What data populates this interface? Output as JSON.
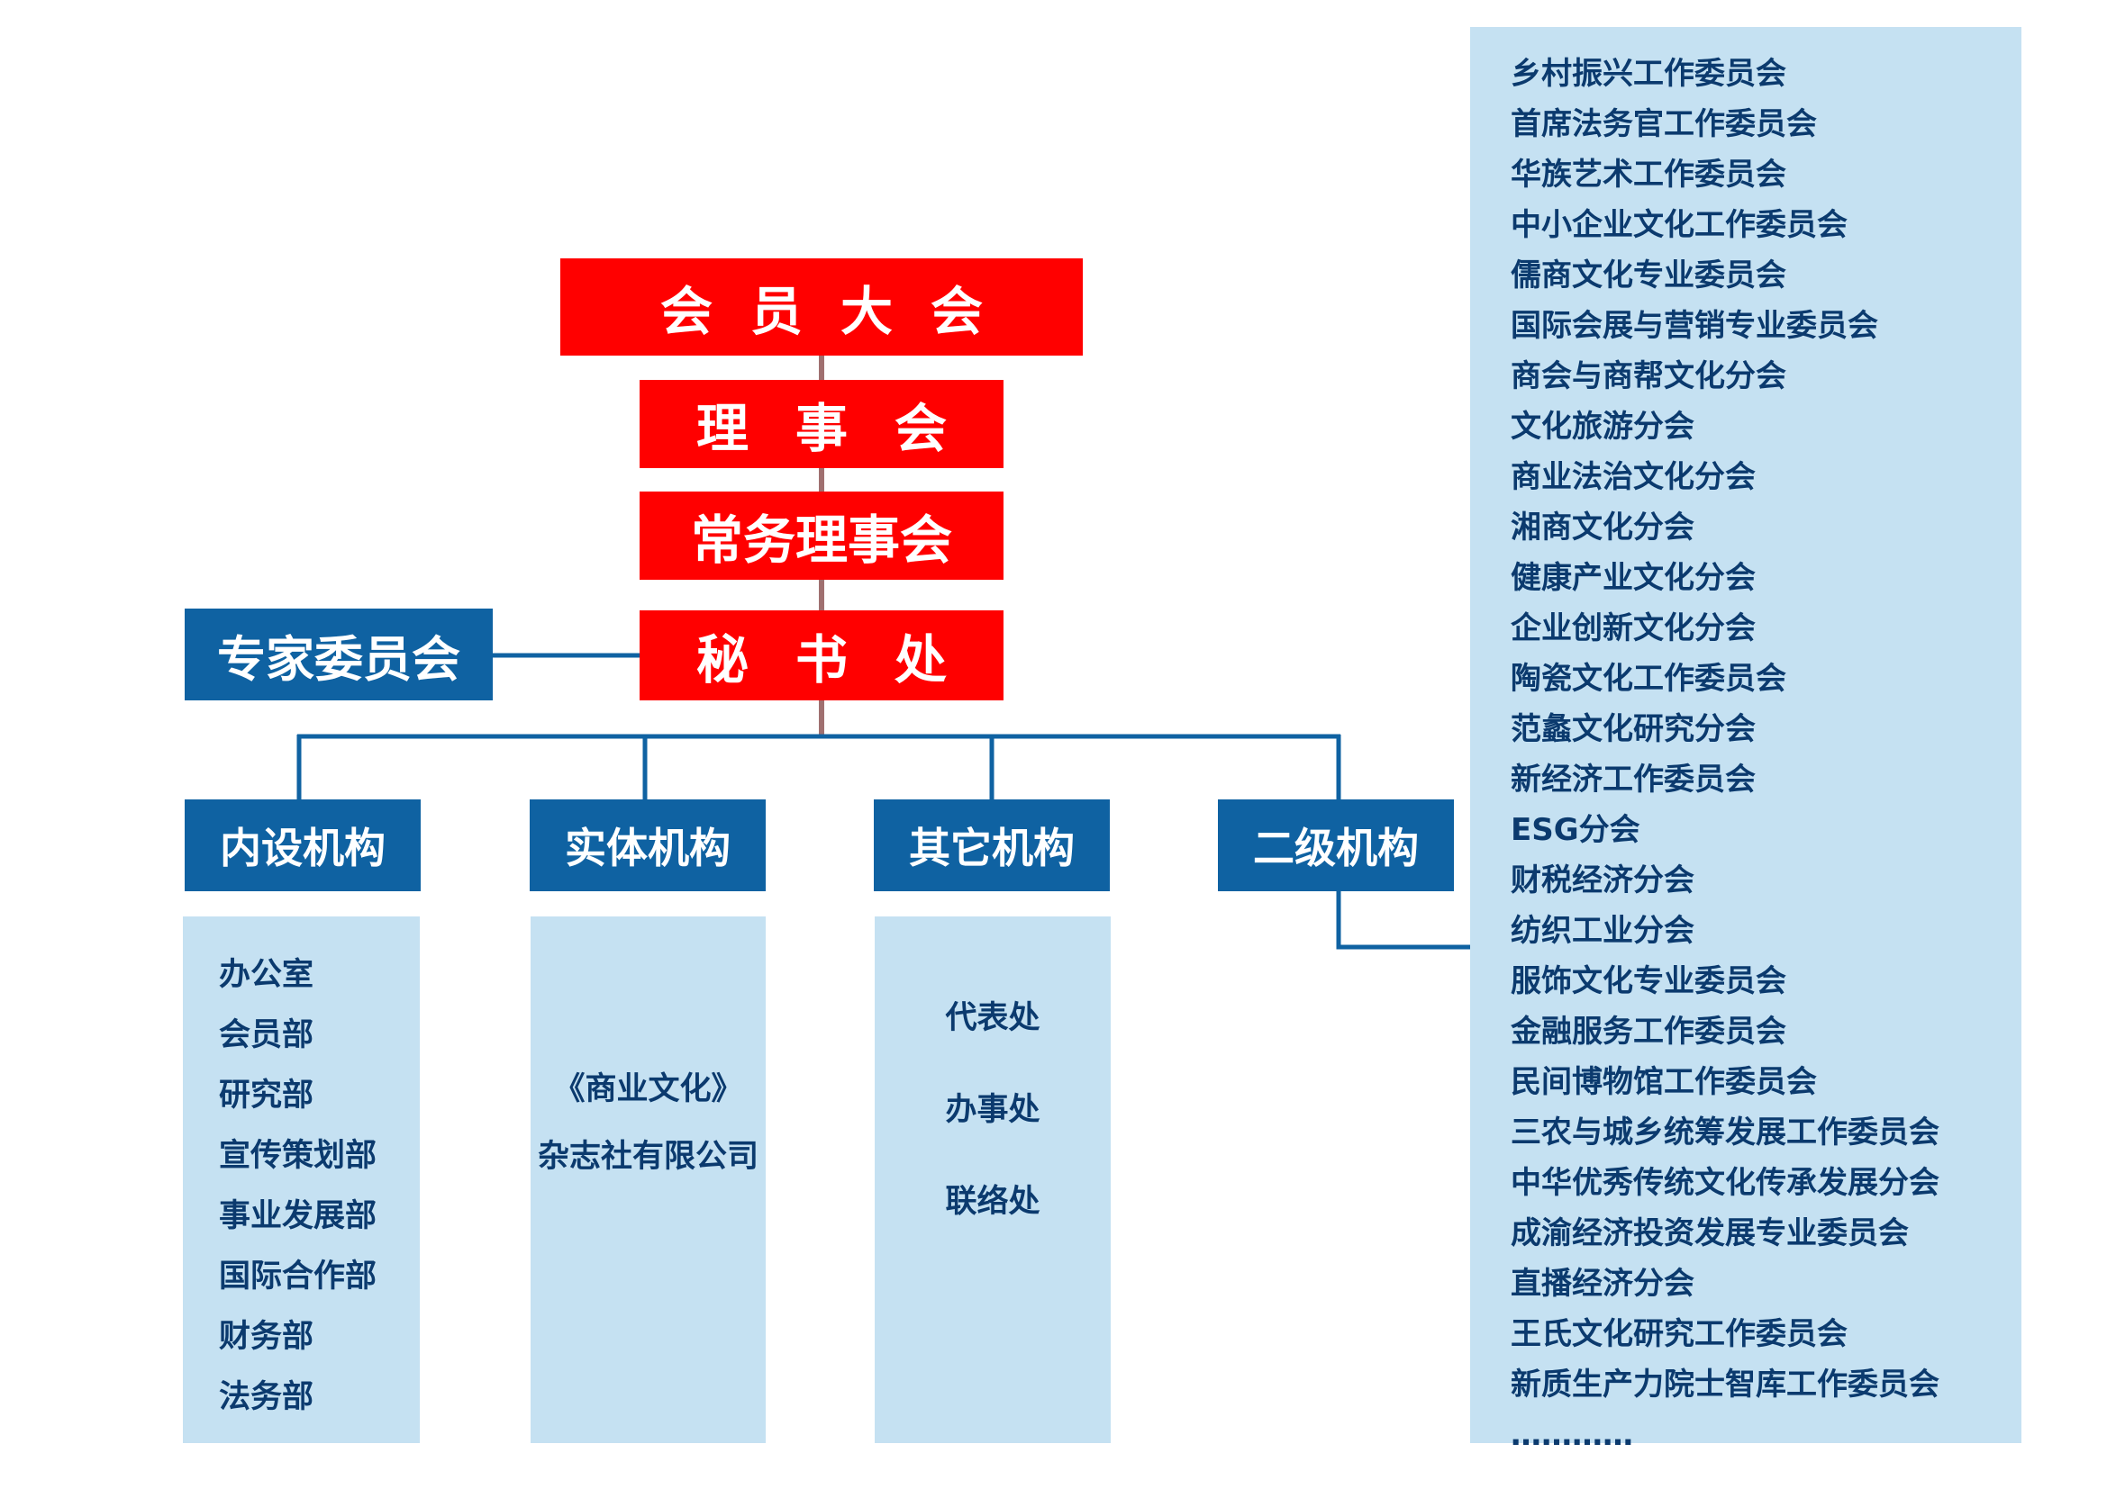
{
  "top": {
    "assembly": "会员大会",
    "council": "理事会",
    "standing_council": "常务理事会",
    "secretariat": "秘书处",
    "expert_committee": "专家委员会"
  },
  "level2": {
    "internal": "内设机构",
    "entity": "实体机构",
    "other": "其它机构",
    "secondary": "二级机构"
  },
  "internal_items": [
    "办公室",
    "会员部",
    "研究部",
    "宣传策划部",
    "事业发展部",
    "国际合作部",
    "财务部",
    "法务部"
  ],
  "entity_items": [
    "《商业文化》",
    "杂志社有限公司"
  ],
  "other_items": [
    "代表处",
    "办事处",
    "联络处"
  ],
  "secondary_items": [
    "乡村振兴工作委员会",
    "首席法务官工作委员会",
    "华族艺术工作委员会",
    "中小企业文化工作委员会",
    "儒商文化专业委员会",
    "国际会展与营销专业委员会",
    "商会与商帮文化分会",
    "文化旅游分会",
    "商业法治文化分会",
    "湘商文化分会",
    "健康产业文化分会",
    "企业创新文化分会",
    "陶瓷文化工作委员会",
    "范蠡文化研究分会",
    "新经济工作委员会",
    "ESG分会",
    "财税经济分会",
    "纺织工业分会",
    "服饰文化专业委员会",
    "金融服务工作委员会",
    "民间博物馆工作委员会",
    "三农与城乡统筹发展工作委员会",
    "中华优秀传统文化传承发展分会",
    "成渝经济投资发展专业委员会",
    "直播经济分会",
    "王氏文化研究工作委员会",
    "新质生产力院士智库工作委员会",
    "…………"
  ],
  "colors": {
    "top_boxes": "#ff0000",
    "dept_boxes": "#0f62a2",
    "panels": "#c5e1f2",
    "spine_line": "#a07070",
    "connector_line": "#0f62a2",
    "panel_text": "#0b3a6e"
  }
}
